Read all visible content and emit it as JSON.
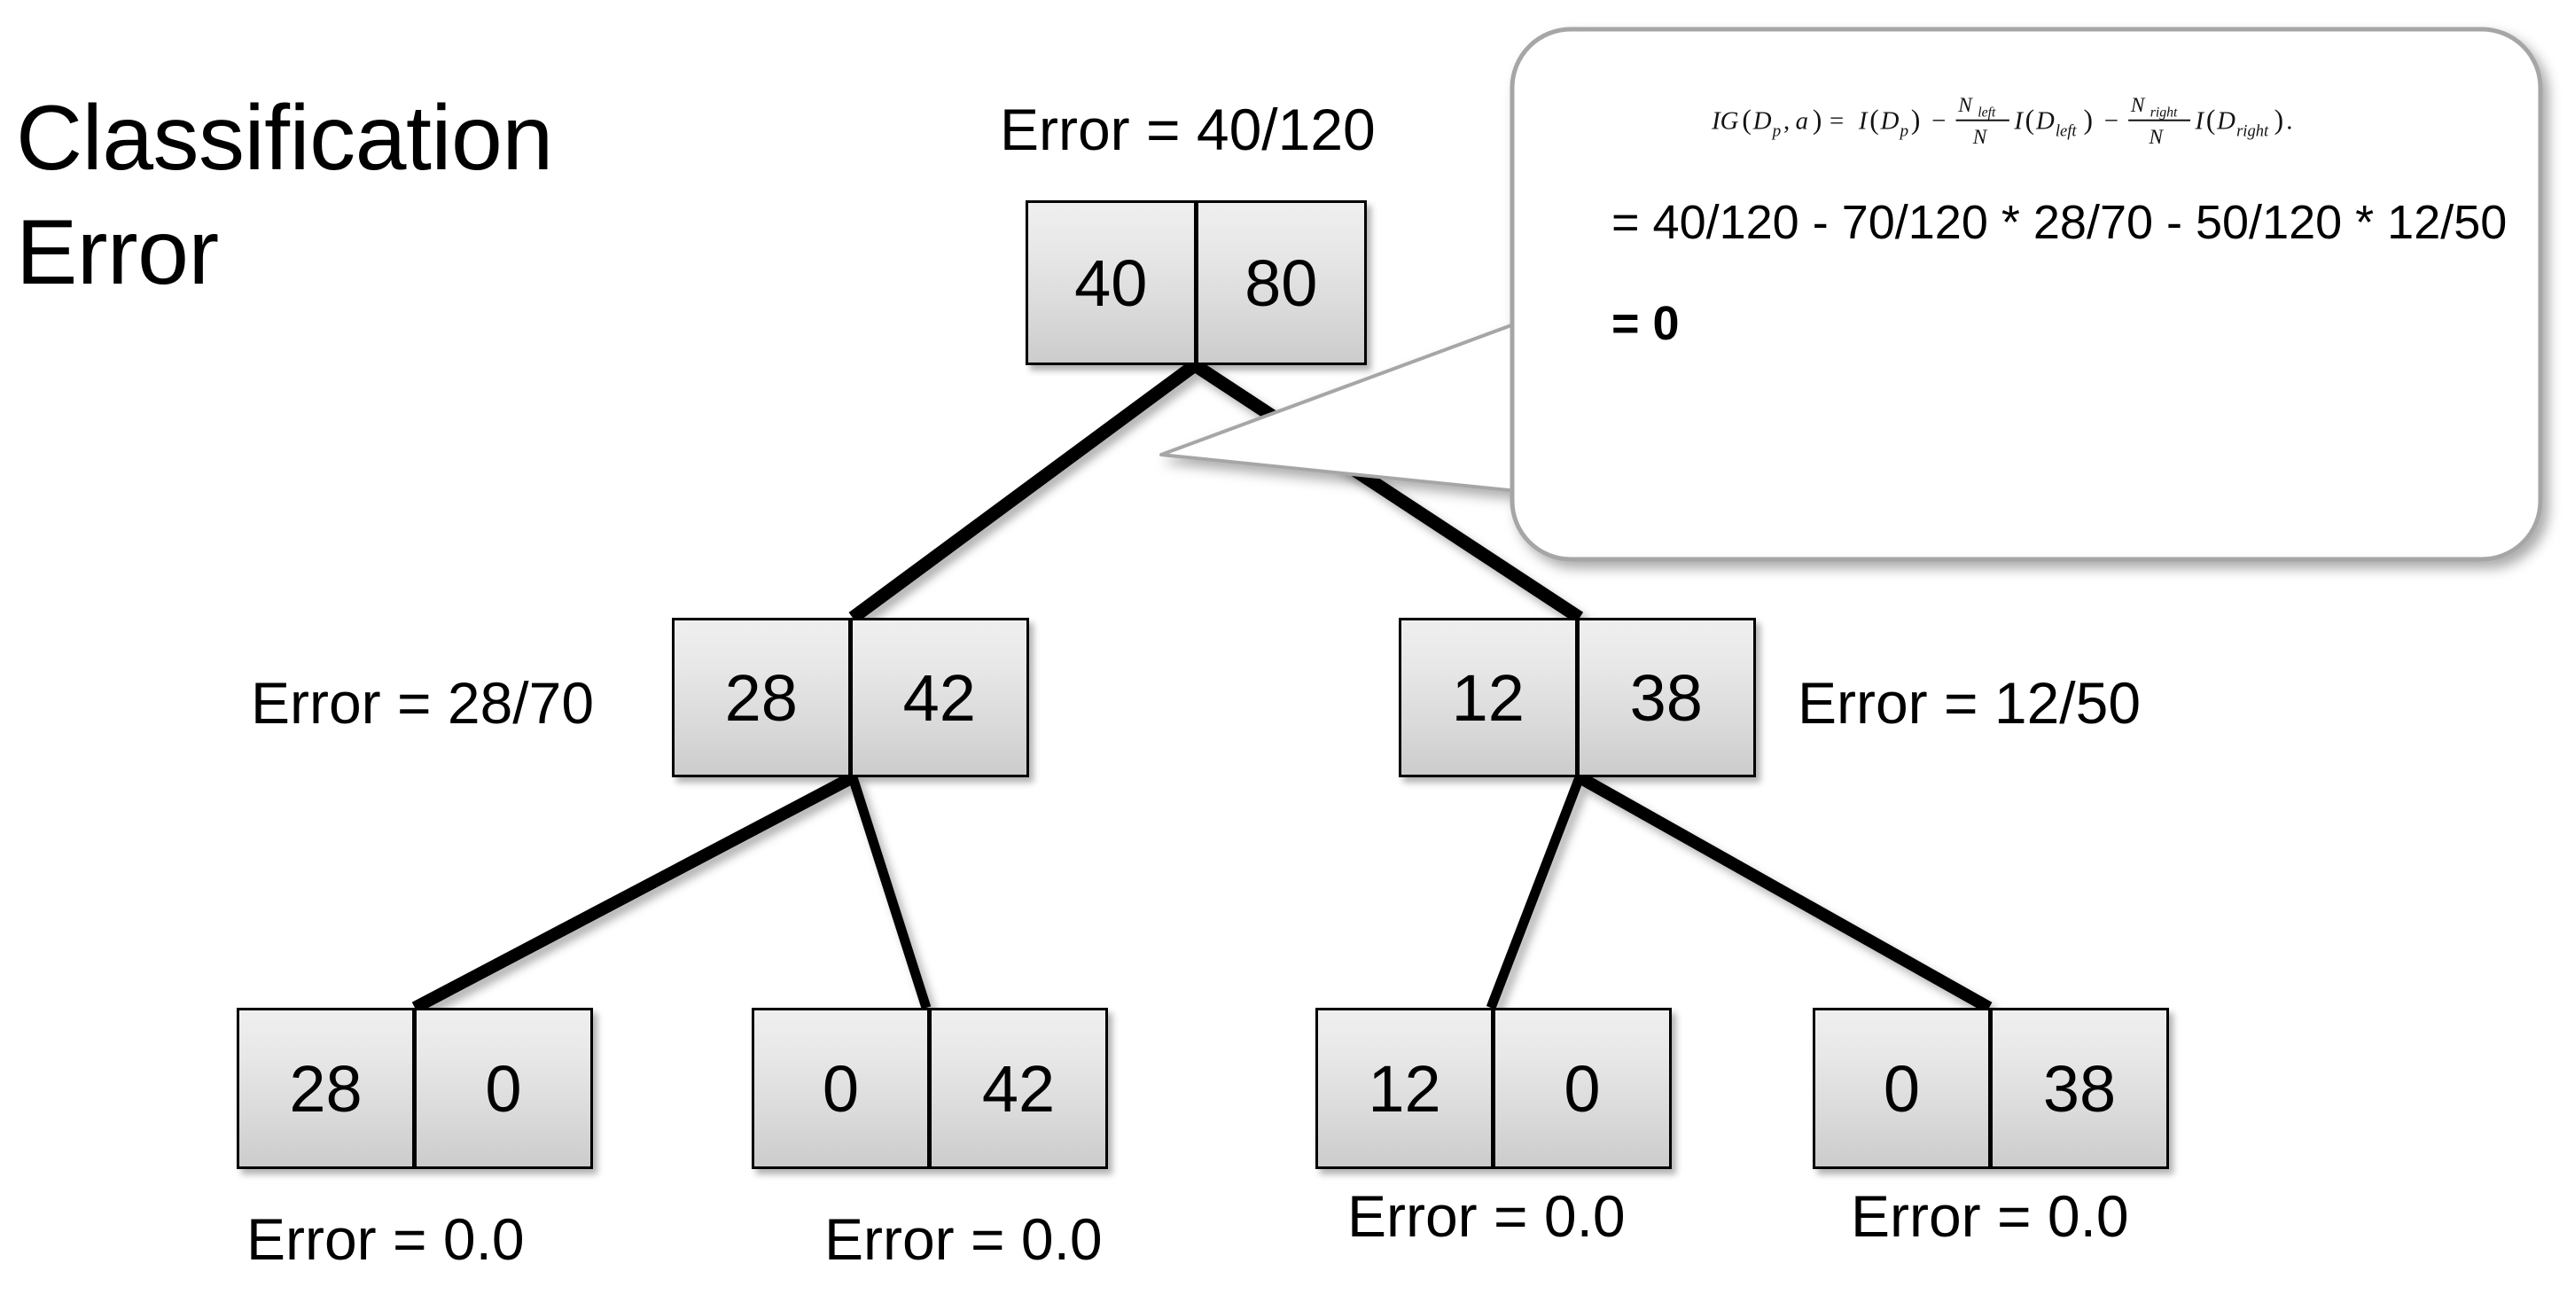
{
  "slide": {
    "title": "Classification\nError",
    "background_color": "#ffffff"
  },
  "tree": {
    "root": {
      "left_value": "40",
      "right_value": "80",
      "error_label": "Error = 40/120"
    },
    "level2": [
      {
        "left_value": "28",
        "right_value": "42",
        "error_label": "Error = 28/70",
        "label_side": "left"
      },
      {
        "left_value": "12",
        "right_value": "38",
        "error_label": "Error = 12/50",
        "label_side": "right"
      }
    ],
    "leaves": [
      {
        "left_value": "28",
        "right_value": "0",
        "error_label": "Error = 0.0"
      },
      {
        "left_value": "0",
        "right_value": "42",
        "error_label": "Error = 0.0"
      },
      {
        "left_value": "12",
        "right_value": "0",
        "error_label": "Error = 0.0"
      },
      {
        "left_value": "0",
        "right_value": "38",
        "error_label": "Error = 0.0"
      }
    ]
  },
  "callout": {
    "formula_latex": "IG(D_p, a) = I(D_p) - (N_left/N) I(D_left) - (N_right/N) I(D_right).",
    "formula_parts": {
      "ig": "IG",
      "dp": "D",
      "p_sub": "p",
      "a": "a",
      "equals": "=",
      "i": "I",
      "minus": "−",
      "n_left": "N",
      "left_sub": "left",
      "n": "N",
      "n_right": "N",
      "right_sub": "right",
      "period": "."
    },
    "line_1": "= 40/120 - 70/120 * 28/70 - 50/120 * 12/50",
    "line_2": "= 0",
    "border_color": "#a6a6a6",
    "fill_color": "#ffffff"
  },
  "colors": {
    "node_border": "#000000",
    "node_fill_top": "#efefef",
    "node_fill_bottom": "#cccccc",
    "edge_color": "#000000",
    "text_color": "#000000"
  }
}
